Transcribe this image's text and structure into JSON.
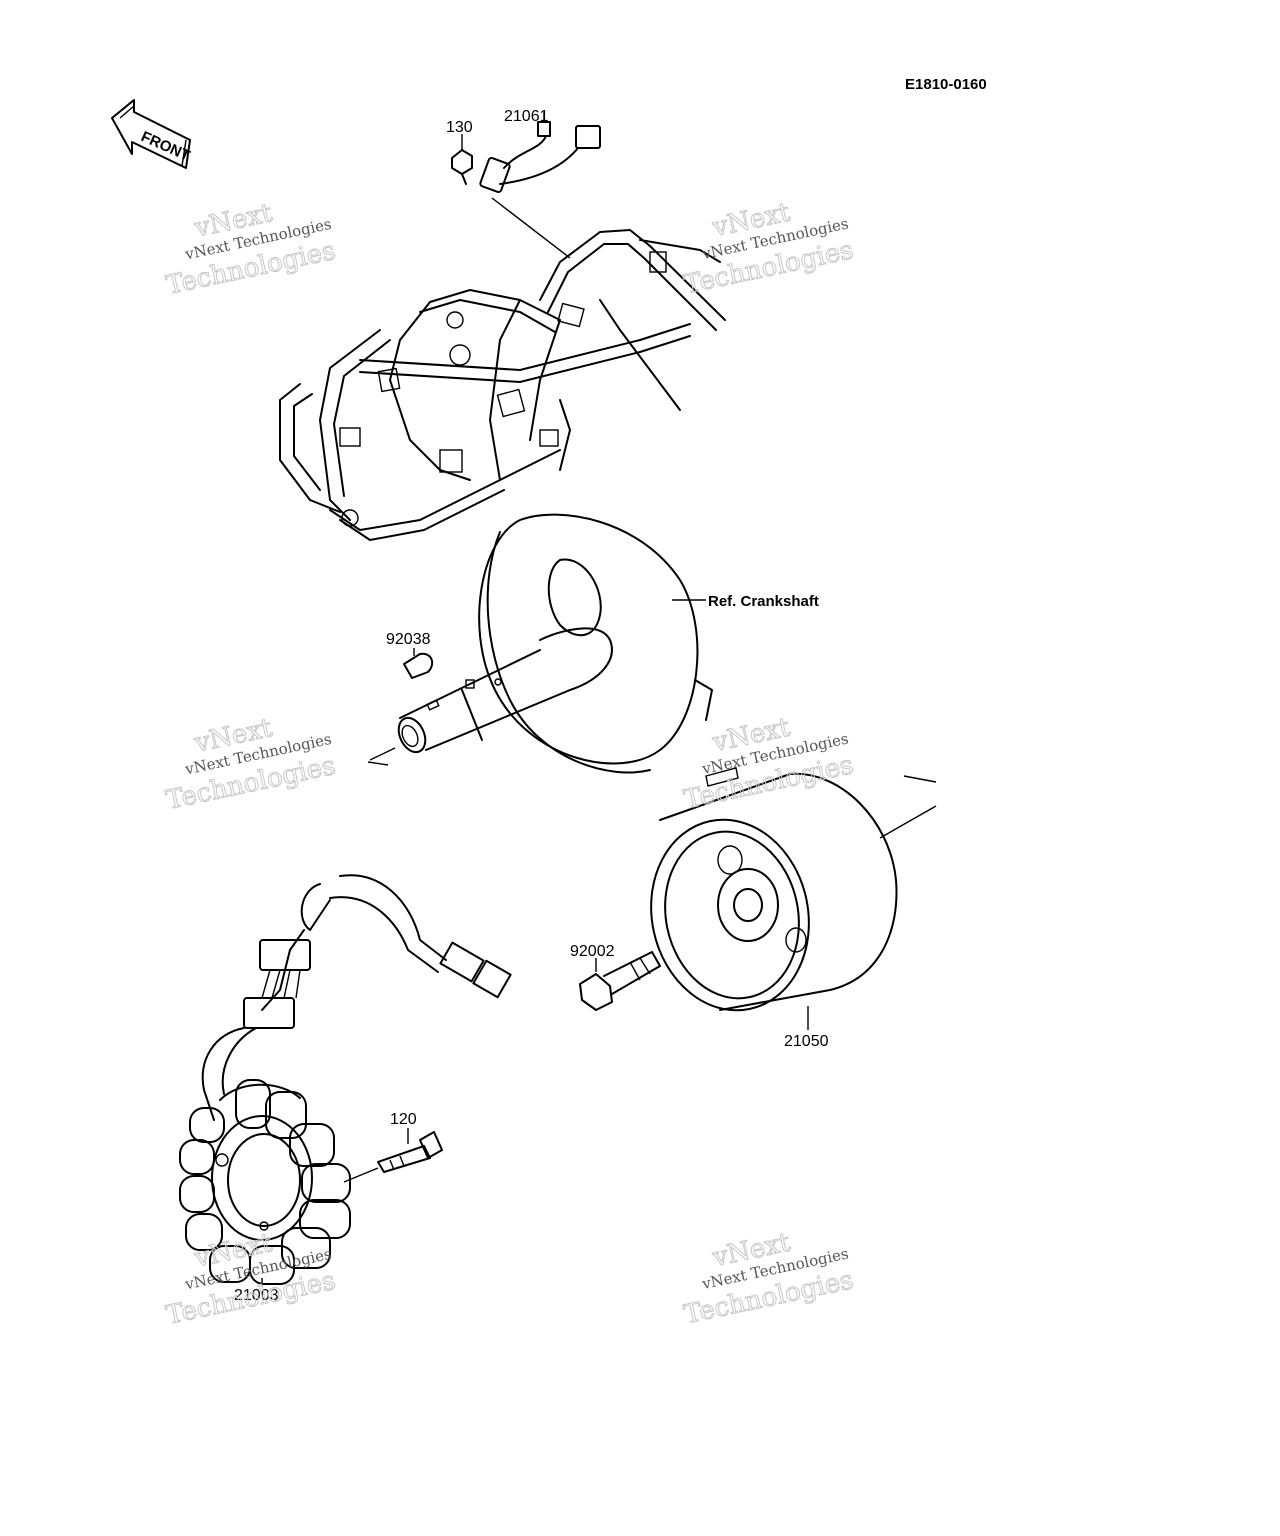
{
  "diagram": {
    "drawing_code": "E1810-0160",
    "front_arrow": "FRONT",
    "callouts": {
      "p130": "130",
      "p21061": "21061",
      "ref_crankshaft": "Ref. Crankshaft",
      "p92038": "92038",
      "p92002": "92002",
      "p21050": "21050",
      "p120": "120",
      "p21003": "21003"
    },
    "watermark": {
      "line1": "vNext",
      "line2": "vNext Technologies",
      "line3": "Technologies"
    }
  }
}
